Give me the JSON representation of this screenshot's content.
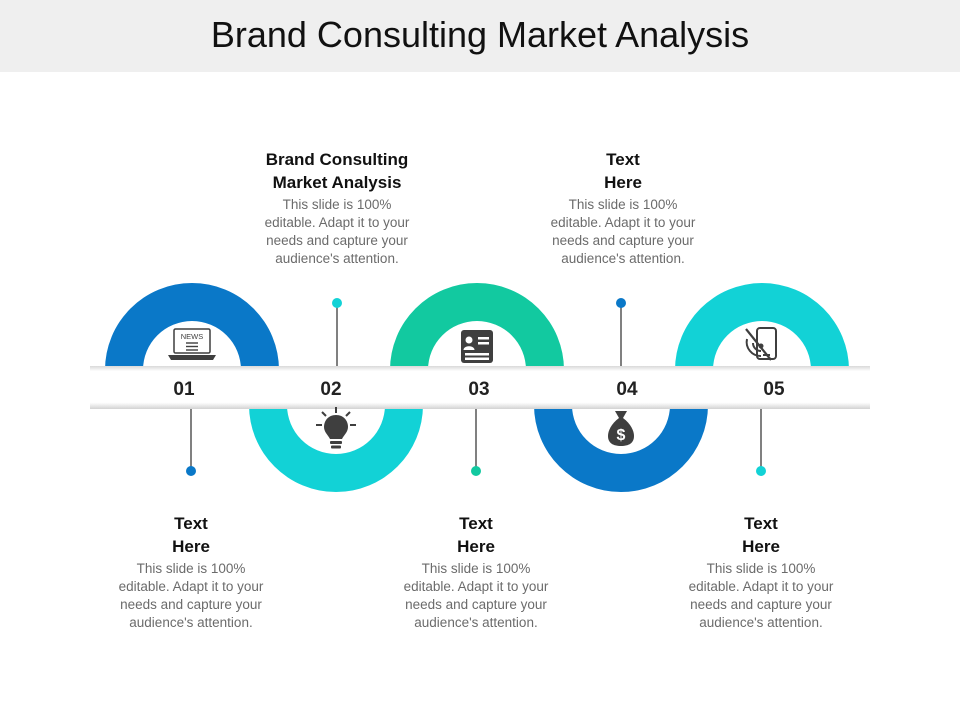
{
  "title": "Brand Consulting Market Analysis",
  "colors": {
    "blue": "#0a78c8",
    "green": "#12c9a0",
    "cyan": "#12d2d6",
    "icon": "#3f3f3f",
    "stem": "#555555"
  },
  "steps": [
    {
      "number": "01",
      "color": "blue",
      "icon": "news-laptop-icon",
      "icon_text": "NEWS",
      "heading_1": "Text",
      "heading_2": "Here",
      "body_1": "This slide is 100%",
      "body_2": "editable. Adapt it to your",
      "body_3": "needs and capture your",
      "body_4": "audience's attention."
    },
    {
      "number": "02",
      "color": "cyan",
      "icon": "lightbulb-icon",
      "heading_1": "Brand Consulting",
      "heading_2": "Market Analysis",
      "body_1": "This slide is 100%",
      "body_2": "editable. Adapt it to your",
      "body_3": "needs and capture your",
      "body_4": "audience's attention."
    },
    {
      "number": "03",
      "color": "green",
      "icon": "id-card-icon",
      "heading_1": "Text",
      "heading_2": "Here",
      "body_1": "This slide is 100%",
      "body_2": "editable. Adapt it to your",
      "body_3": "needs and capture your",
      "body_4": "audience's attention."
    },
    {
      "number": "04",
      "color": "blue",
      "icon": "money-bag-icon",
      "heading_1": "Text",
      "heading_2": "Here",
      "body_1": "This slide is 100%",
      "body_2": "editable. Adapt it to your",
      "body_3": "needs and capture your",
      "body_4": "audience's attention."
    },
    {
      "number": "05",
      "color": "cyan",
      "icon": "phone-signal-icon",
      "heading_1": "Text",
      "heading_2": "Here",
      "body_1": "This slide is 100%",
      "body_2": "editable. Adapt it to your",
      "body_3": "needs and capture your",
      "body_4": "audience's attention."
    }
  ]
}
